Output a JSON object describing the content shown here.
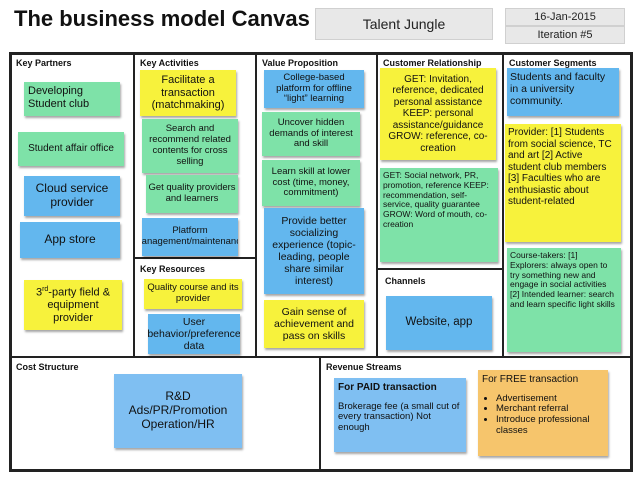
{
  "header": {
    "title": "The business model Canvas",
    "project": "Talent Jungle",
    "date": "16-Jan-2015",
    "iteration": "Iteration #5"
  },
  "sections": {
    "key_partners": "Key Partners",
    "key_activities": "Key Activities",
    "key_resources": "Key Resources",
    "value_proposition": "Value Proposition",
    "customer_relationship": "Customer Relationship",
    "channels": "Channels",
    "customer_segments": "Customer Segments",
    "cost_structure": "Cost Structure",
    "revenue_streams": "Revenue Streams"
  },
  "key_partners": [
    "Developing Student club",
    "Student affair office",
    "Cloud service provider",
    "App store",
    "3rd-party field & equipment provider"
  ],
  "key_activities": [
    "Facilitate a transaction (matchmaking)",
    "Search and recommend related contents for cross selling",
    "Get quality providers and learners",
    "Platform management/maintenance"
  ],
  "key_resources": [
    "Quality course and its provider",
    "User behavior/preference data"
  ],
  "value_proposition": [
    "College-based platform for offline “light” learning",
    "Uncover hidden demands of interest and skill",
    "Learn skill at lower cost (time, money, commitment)",
    "Provide better socializing experience (topic-leading, people share similar interest)",
    "Gain sense of achievement and pass on skills"
  ],
  "customer_relationship": [
    "GET: Invitation, reference, dedicated personal assistance KEEP: personal assistance/guidance GROW: reference, co-creation",
    "GET: Social network, PR, promotion, reference KEEP: recommendation, self-service, quality guarantee GROW: Word of mouth, co-creation"
  ],
  "channels": [
    "Website, app"
  ],
  "customer_segments": [
    "Students and faculty in a university community.",
    "Provider: [1] Students from social science, TC and art [2] Active student club members [3] Faculties who are enthusiastic about student-related",
    "Course-takers: [1] Explorers: always open to try something new and engage in social activities [2] Intended learner: search and learn specific light skills"
  ],
  "cost_structure": [
    "R&D Ads/PR/Promotion Operation/HR"
  ],
  "revenue_streams": {
    "paid_title": "For PAID transaction",
    "paid_body": "Brokerage fee (a small cut of every transaction) Not enough",
    "free_title": "For FREE transaction",
    "free_items": [
      "Advertisement",
      "Merchant referral",
      "Introduce professional classes"
    ]
  }
}
